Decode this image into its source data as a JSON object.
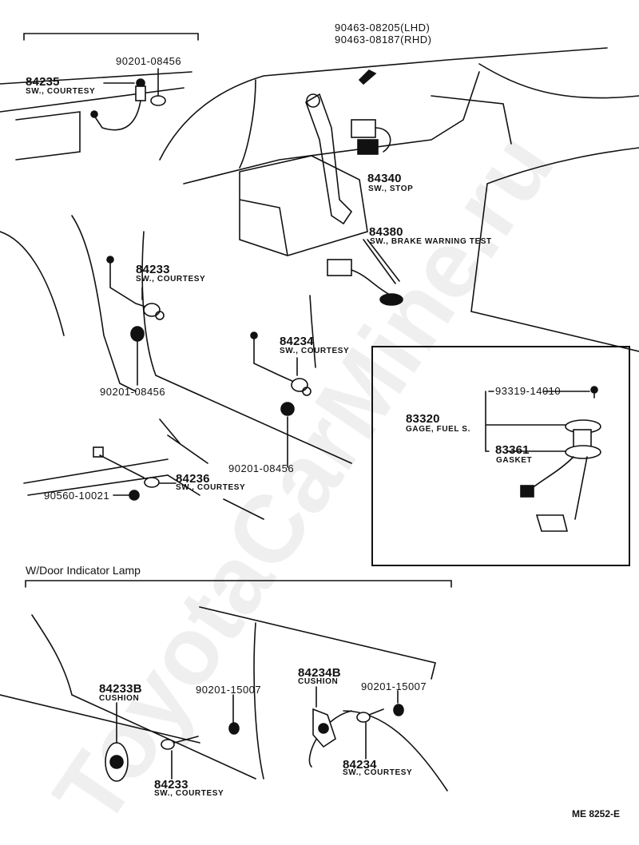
{
  "diagram": {
    "title_code": "ME 8252-E",
    "watermark": "ToyotaCarMine.ru",
    "section_label": "W/Door Indicator Lamp",
    "inset_box": {
      "parts": [
        {
          "number": "93319-14010",
          "desc": ""
        },
        {
          "number": "83320",
          "desc": "GAGE, FUEL S."
        },
        {
          "number": "83361",
          "desc": "GASKET"
        }
      ]
    },
    "parts": [
      {
        "number": "84235",
        "desc": "SW., COURTESY"
      },
      {
        "number": "90201-08456",
        "desc": ""
      },
      {
        "number": "90463-08205(LHD)",
        "desc": ""
      },
      {
        "number": "90463-08187(RHD)",
        "desc": ""
      },
      {
        "number": "84340",
        "desc": "SW., STOP"
      },
      {
        "number": "84380",
        "desc": "SW., BRAKE WARNING TEST"
      },
      {
        "number": "84233",
        "desc": "SW., COURTESY"
      },
      {
        "number": "90201-08456",
        "desc": ""
      },
      {
        "number": "84234",
        "desc": "SW., COURTESY"
      },
      {
        "number": "90201-08456",
        "desc": ""
      },
      {
        "number": "84236",
        "desc": "SW., COURTESY"
      },
      {
        "number": "90560-10021",
        "desc": ""
      }
    ],
    "door_lamp_parts": [
      {
        "number": "84233B",
        "desc": "CUSHION"
      },
      {
        "number": "90201-15007",
        "desc": ""
      },
      {
        "number": "84233",
        "desc": "SW., COURTESY"
      },
      {
        "number": "84234B",
        "desc": "CUSHION"
      },
      {
        "number": "90201-15007",
        "desc": ""
      },
      {
        "number": "84234",
        "desc": "SW., COURTESY"
      }
    ]
  }
}
